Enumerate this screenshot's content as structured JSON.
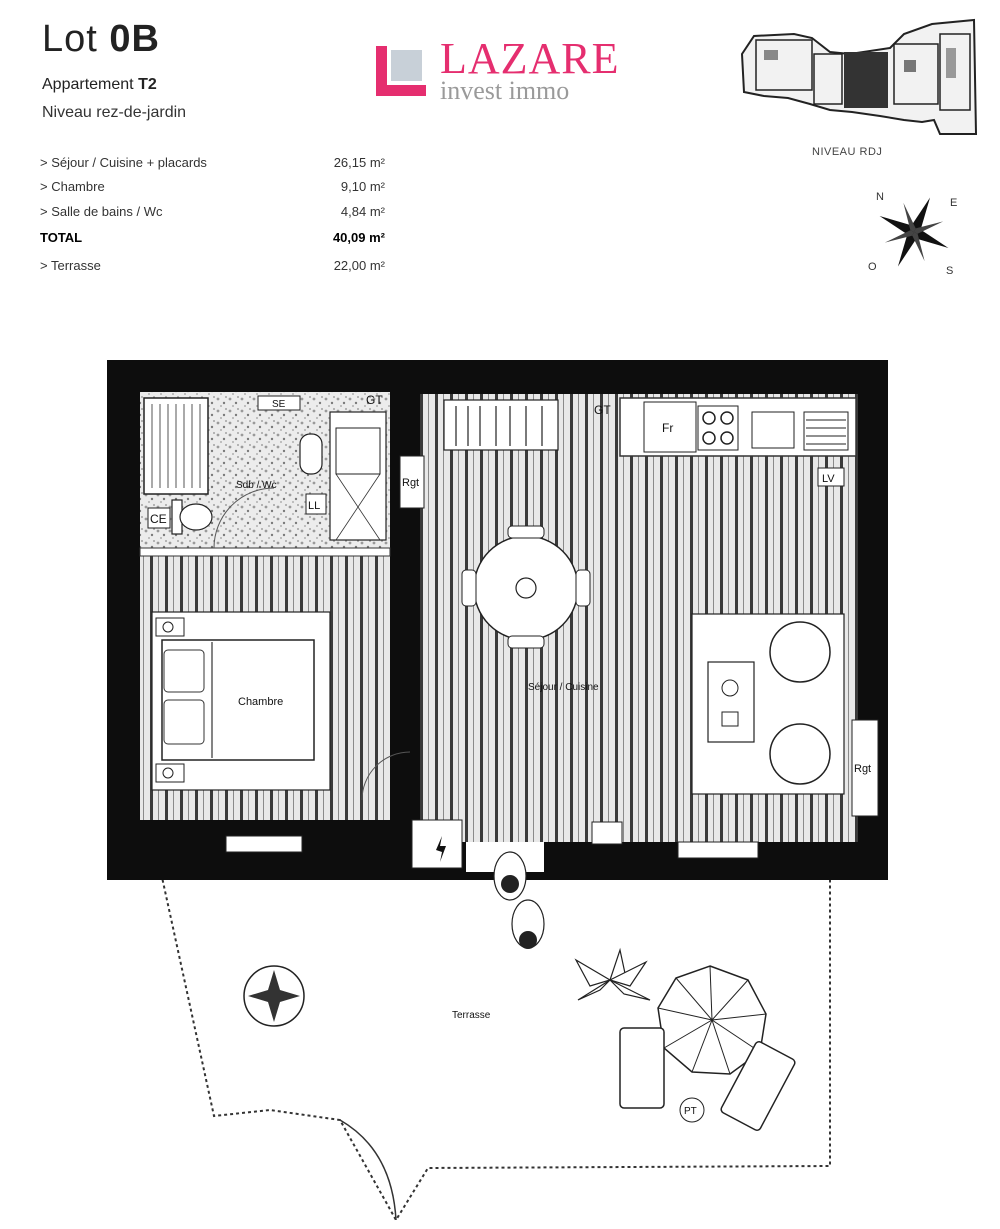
{
  "header": {
    "lot_prefix": "Lot",
    "lot_number": "0B",
    "apartment_prefix": "Appartement",
    "apartment_type": "T2",
    "level": "Niveau rez-de-jardin"
  },
  "areas": [
    {
      "label": "> Séjour / Cuisine + placards",
      "value": "26,15 m²"
    },
    {
      "label": "> Chambre",
      "value": "9,10 m²"
    },
    {
      "label": "> Salle de bains / Wc",
      "value": "4,84 m²"
    }
  ],
  "total": {
    "label": "TOTAL",
    "value": "40,09 m²"
  },
  "terrace": {
    "label": "> Terrasse",
    "value": "22,00 m²"
  },
  "logo": {
    "name": "LAZARE",
    "tagline": "invest immo",
    "color": "#e52e6f",
    "box_color": "#e52e6f"
  },
  "minimap": {
    "label": "NIVEAU RDJ"
  },
  "compass": {
    "n": "N",
    "e": "E",
    "s": "S",
    "o": "O"
  },
  "plan": {
    "rooms": {
      "bathroom": "Sdb / Wc",
      "bedroom": "Chambre",
      "living": "Séjour / Cuisine",
      "terrace": "Terrasse"
    },
    "tags": {
      "se": "SE",
      "gt_bath": "GT",
      "gt_living": "GT",
      "rgt_left": "Rgt",
      "rgt_right": "Rgt",
      "ce": "CE",
      "ll": "LL",
      "fr": "Fr",
      "lv": "LV",
      "pt": "PT"
    }
  }
}
